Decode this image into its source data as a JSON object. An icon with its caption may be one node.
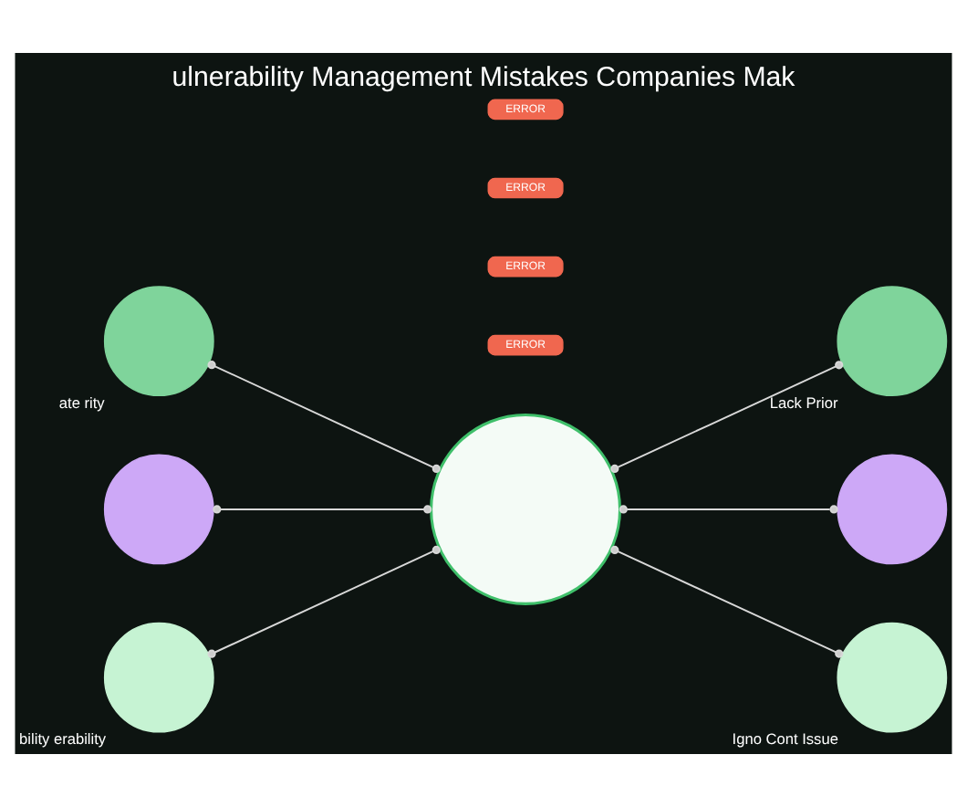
{
  "diagram": {
    "title": "ulnerability Management Mistakes Companies Mak",
    "nodes": [
      {
        "text": [],
        "shape": "picture"
      },
      {
        "text": [],
        "shape": "circle",
        "beside": [
          "ate rity"
        ]
      },
      {
        "text": [],
        "shape": "circle"
      },
      {
        "text": [],
        "shape": "circle",
        "beside": [
          "bility erability"
        ]
      },
      {
        "text": [],
        "shape": "circle",
        "beside": [
          "Lack Prior"
        ]
      },
      {
        "text": [],
        "shape": "circle"
      },
      {
        "text": [],
        "shape": "circle",
        "beside": [
          "Igno Cont Issue"
        ]
      }
    ],
    "edges": [
      {
        "from": 1,
        "to": 0,
        "arrow": "other"
      },
      {
        "from": 2,
        "to": 0,
        "arrow": "other"
      },
      {
        "from": 3,
        "to": 0,
        "arrow": "other"
      },
      {
        "from": 0,
        "to": 4,
        "arrow": "other"
      },
      {
        "from": 0,
        "to": 5,
        "arrow": "other"
      },
      {
        "from": 0,
        "to": 6,
        "arrow": "other"
      }
    ],
    "labels": [
      "ERROR",
      "ERROR",
      "ERROR",
      "ERROR"
    ]
  }
}
